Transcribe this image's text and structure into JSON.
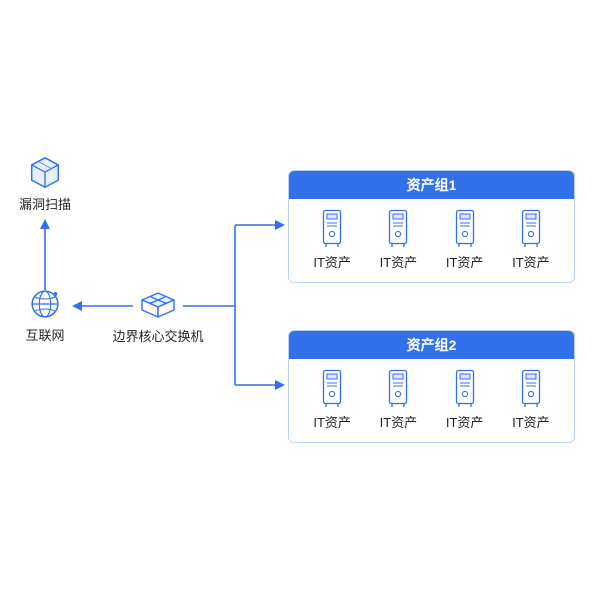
{
  "nodes": {
    "scanner": {
      "label": "漏洞扫描"
    },
    "internet": {
      "label": "互联网"
    },
    "switch": {
      "label": "边界核心交换机"
    }
  },
  "groups": [
    {
      "title": "资产组1",
      "assets": [
        "IT资产",
        "IT资产",
        "IT资产",
        "IT资产"
      ]
    },
    {
      "title": "资产组2",
      "assets": [
        "IT资产",
        "IT资产",
        "IT资产",
        "IT资产"
      ]
    }
  ],
  "icons": {
    "scanner": "cube-scanner-icon",
    "internet": "globe-icon",
    "switch": "switch-icon",
    "asset": "server-icon"
  },
  "colors": {
    "accent": "#3370EB",
    "group_border": "#BCD0F7",
    "header_bg": "#3370EB",
    "header_text": "#FFFFFF",
    "label_text": "#1F2329",
    "icon_fill": "#E9F0FD"
  }
}
